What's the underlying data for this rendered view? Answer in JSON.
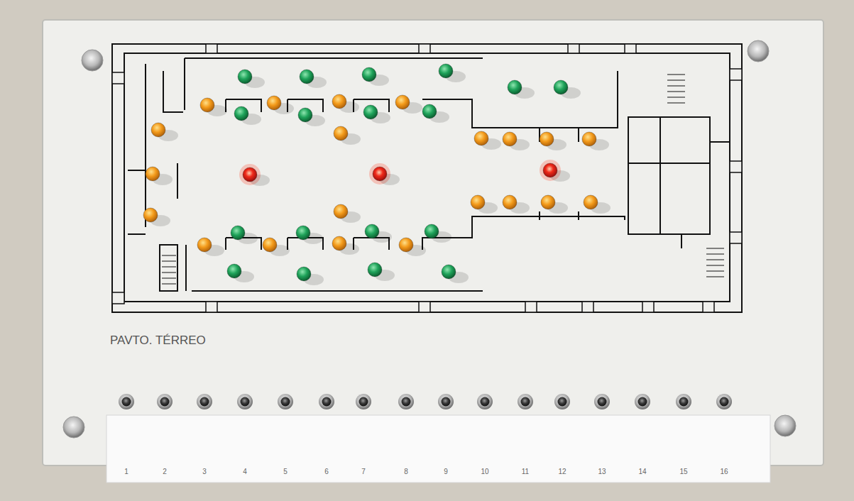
{
  "diagram": {
    "title": "PAVTO. TÉRREO",
    "labels": [
      "1",
      "2",
      "3",
      "4",
      "5",
      "6",
      "7",
      "8",
      "9",
      "10",
      "11",
      "12",
      "13",
      "14",
      "15",
      "16"
    ]
  }
}
